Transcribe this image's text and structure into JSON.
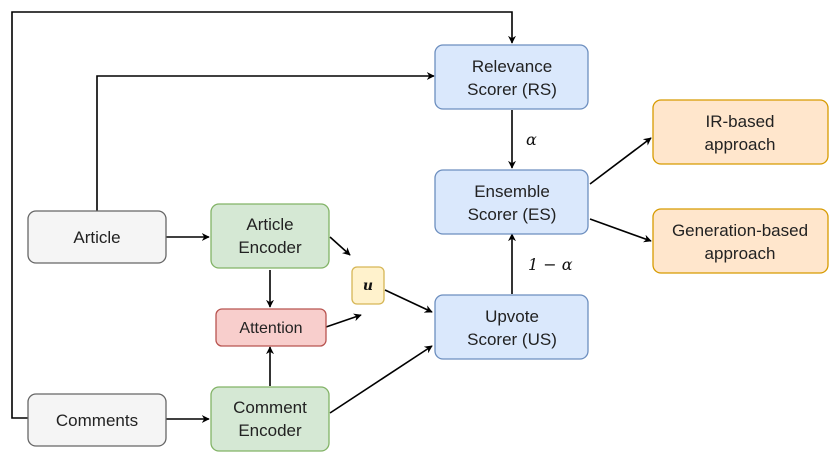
{
  "nodes": {
    "article": {
      "label": "Article",
      "fill": "#f5f5f5",
      "stroke": "#666666"
    },
    "comments": {
      "label": "Comments",
      "fill": "#f5f5f5",
      "stroke": "#666666"
    },
    "article_encoder": {
      "line1": "Article",
      "line2": "Encoder",
      "fill": "#d5e8d4",
      "stroke": "#82b366"
    },
    "comment_encoder": {
      "line1": "Comment",
      "line2": "Encoder",
      "fill": "#d5e8d4",
      "stroke": "#82b366"
    },
    "attention": {
      "label": "Attention",
      "fill": "#f8cecc",
      "stroke": "#b85450"
    },
    "u": {
      "label": "u",
      "fill": "#fff2cc",
      "stroke": "#d6b656"
    },
    "relevance_scorer": {
      "line1": "Relevance",
      "line2": "Scorer (RS)",
      "fill": "#dae8fc",
      "stroke": "#6c8ebf"
    },
    "ensemble_scorer": {
      "line1": "Ensemble",
      "line2": "Scorer (ES)",
      "fill": "#dae8fc",
      "stroke": "#6c8ebf"
    },
    "upvote_scorer": {
      "line1": "Upvote",
      "line2": "Scorer (US)",
      "fill": "#dae8fc",
      "stroke": "#6c8ebf"
    },
    "ir_approach": {
      "line1": "IR-based",
      "line2": "approach",
      "fill": "#ffe6cc",
      "stroke": "#d79b00"
    },
    "gen_approach": {
      "line1": "Generation-based",
      "line2": "approach",
      "fill": "#ffe6cc",
      "stroke": "#d79b00"
    }
  },
  "edge_labels": {
    "alpha": "α",
    "one_minus_alpha": "1 − α"
  }
}
